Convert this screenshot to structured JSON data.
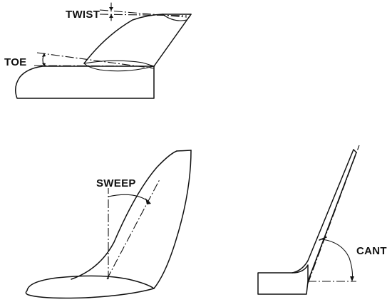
{
  "labels": {
    "twist": "TWIST",
    "toe": "TOE",
    "sweep": "SWEEP",
    "cant": "CANT"
  }
}
